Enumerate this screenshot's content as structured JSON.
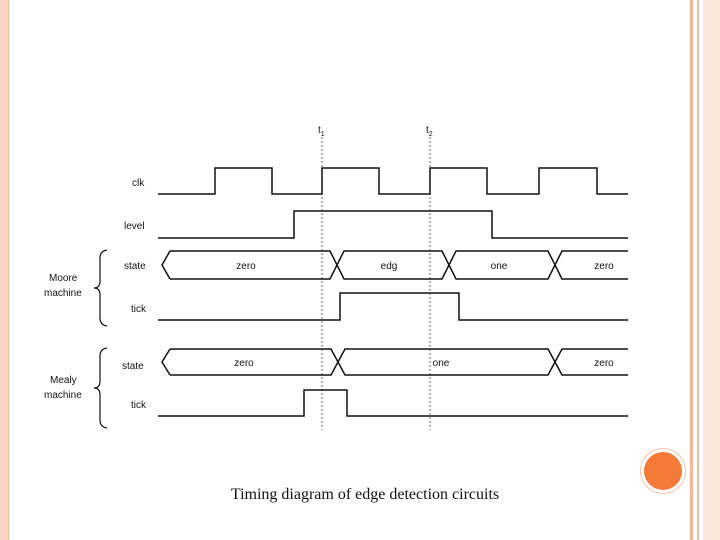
{
  "caption": "Timing diagram of edge detection circuits",
  "markers": {
    "t1": {
      "base": "t",
      "sub": "1"
    },
    "t2": {
      "base": "t",
      "sub": "2"
    }
  },
  "signals": {
    "clk": "clk",
    "level": "level",
    "moore_state": "state",
    "moore_tick": "tick",
    "mealy_state": "state",
    "mealy_tick": "tick"
  },
  "groups": {
    "moore": [
      "Moore",
      "machine"
    ],
    "mealy": [
      "Mealy",
      "machine"
    ]
  },
  "moore_states": [
    "zero",
    "edg",
    "one",
    "zero"
  ],
  "mealy_states": [
    "zero",
    "one",
    "zero"
  ],
  "colors": {
    "accent_dot": "#f47a3a",
    "border_light": "#fbe6dc",
    "border_stripe": "#f2b79b"
  }
}
